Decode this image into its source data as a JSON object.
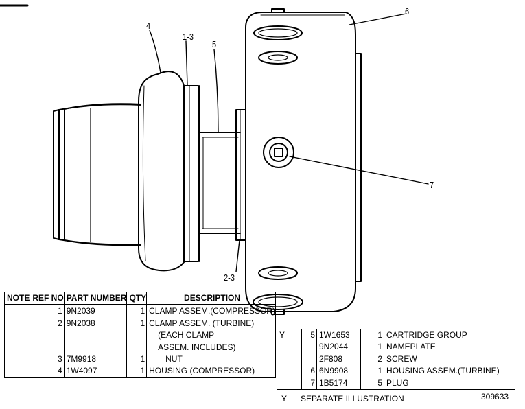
{
  "callouts": {
    "c1": "4",
    "c2": "1-3",
    "c3": "5",
    "c4": "6",
    "c5": "7",
    "c6": "2-3"
  },
  "left_table": {
    "headers": {
      "note": "NOTE",
      "ref_no": "REF NO",
      "part_number": "PART NUMBER",
      "qty": "QTY",
      "description": "DESCRIPTION"
    },
    "rows": [
      {
        "note": "",
        "ref": "1",
        "part": "9N2039",
        "qty": "1",
        "desc": "CLAMP ASSEM.(COMPRESSOR)",
        "indent": 0
      },
      {
        "note": "",
        "ref": "2",
        "part": "9N2038",
        "qty": "1",
        "desc": "CLAMP ASSEM. (TURBINE)",
        "indent": 0
      },
      {
        "note": "",
        "ref": "",
        "part": "",
        "qty": "",
        "desc": "(EACH CLAMP",
        "indent": 1
      },
      {
        "note": "",
        "ref": "",
        "part": "",
        "qty": "",
        "desc": "ASSEM. INCLUDES)",
        "indent": 1
      },
      {
        "note": "",
        "ref": "3",
        "part": "7M9918",
        "qty": "1",
        "desc": "NUT",
        "indent": 2
      },
      {
        "note": "",
        "ref": "4",
        "part": "1W4097",
        "qty": "1",
        "desc": "HOUSING (COMPRESSOR)",
        "indent": 0
      }
    ]
  },
  "right_table": {
    "rows": [
      {
        "note": "Y",
        "ref": "5",
        "part": "1W1653",
        "qty": "1",
        "desc": "CARTRIDGE GROUP"
      },
      {
        "note": "",
        "ref": "",
        "part": "9N2044",
        "qty": "1",
        "desc": "NAMEPLATE"
      },
      {
        "note": "",
        "ref": "",
        "part": "2F808",
        "qty": "2",
        "desc": "SCREW"
      },
      {
        "note": "",
        "ref": "6",
        "part": "6N9908",
        "qty": "1",
        "desc": "HOUSING ASSEM.(TURBINE)"
      },
      {
        "note": "",
        "ref": "7",
        "part": "1B5174",
        "qty": "5",
        "desc": "PLUG"
      }
    ]
  },
  "footnote": {
    "mark": "Y",
    "text": "SEPARATE ILLUSTRATION"
  },
  "illustration_number": "309633"
}
